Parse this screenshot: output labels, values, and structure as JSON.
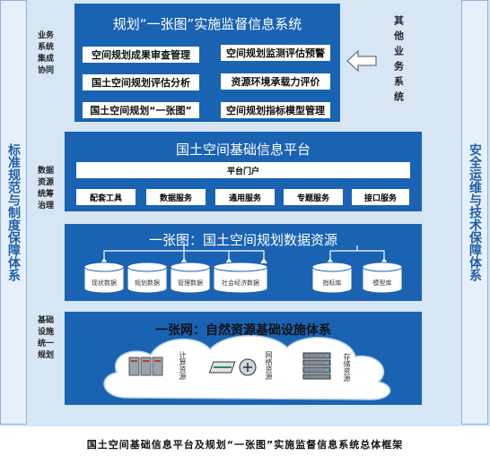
{
  "left_side": "标准规范与制度保障体系",
  "right_side": "安全运维与技术保障体系",
  "caption": "国土空间基础信息平台及规划“一张图”实施监督信息系统总体框架",
  "layers": {
    "business": "业务系统集成协同",
    "data": "数据资源统筹治理",
    "infra": "基础设施统一规划"
  },
  "other_systems": "其他业务系统",
  "monitor": {
    "title": "规划“一张图”实施监督信息系统",
    "items": [
      "空间规划成果审查管理",
      "空间规划监测评估预警",
      "国土空间规划评估分析",
      "资源环境承载力评价",
      "国土空间规划“一张图”",
      "空间规划指标模型管理"
    ]
  },
  "platform": {
    "title": "国土空间基础信息平台",
    "portal": "平台门户",
    "services": [
      "配套工具",
      "数据服务",
      "通用服务",
      "专题服务",
      "接口服务"
    ]
  },
  "resources": {
    "title": "一张图：国土空间规划数据资源",
    "dbs": [
      "现状数据",
      "规划数据",
      "管理数据",
      "社会经济数据",
      "指标库",
      "模型库"
    ]
  },
  "network": {
    "title": "一张网：自然资源基础设施体系",
    "items": [
      "计算资源",
      "网络资源",
      "存储资源"
    ]
  }
}
